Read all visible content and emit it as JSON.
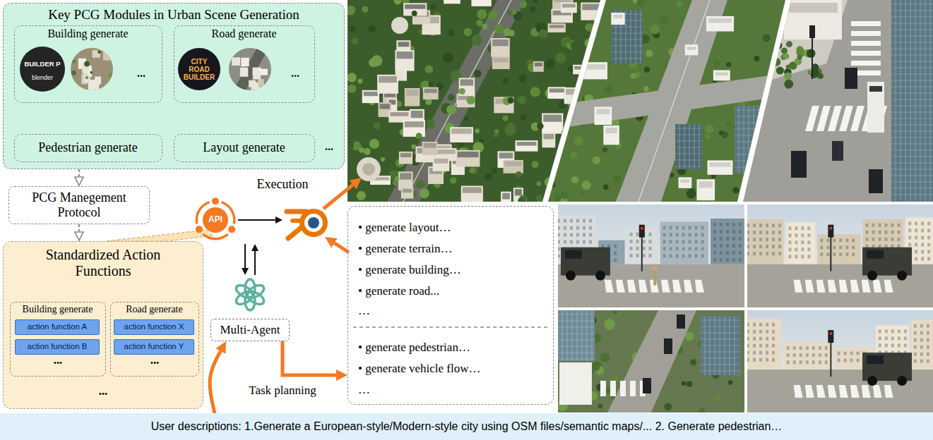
{
  "diagram": {
    "nodes": [
      {
        "text": [
          "Key PCG Modules in Urban Scene Generation"
        ]
      },
      {
        "text": [
          "Building generate"
        ],
        "in": 0
      },
      {
        "text": [
          "Road generate"
        ],
        "in": 0
      },
      {
        "text": [
          "Pedestrian generate"
        ],
        "in": 0
      },
      {
        "text": [
          "Layout generate"
        ],
        "in": 0
      },
      {
        "text": [
          "PCG Manegement Protocol"
        ]
      },
      {
        "text": [
          "Standardized Action Functions"
        ]
      },
      {
        "text": [
          "Building generate"
        ],
        "in": 6
      },
      {
        "text": [
          "action function A"
        ],
        "in": 7
      },
      {
        "text": [
          "action function B"
        ],
        "in": 7
      },
      {
        "text": [
          "Road generate"
        ],
        "in": 6
      },
      {
        "text": [
          "action function X"
        ],
        "in": 10
      },
      {
        "text": [
          "action function Y"
        ],
        "in": 10
      },
      {
        "text": [
          "API"
        ]
      },
      {
        "text": [
          "Multi-Agent"
        ]
      },
      {
        "text": [
          "• generate layout…",
          "• generate terrain…",
          "• generate building…",
          "• generate road...",
          "…",
          "• generate pedestrian…",
          "• generate vehicle flow…",
          "…"
        ]
      },
      {
        "text": [
          "User descriptions: 1.Generate a European-style/Modern-style city using OSM files/semantic maps/... 2. Generate pedestrian…"
        ]
      }
    ],
    "edges": [
      {
        "from": 0,
        "to": 5,
        "arrow": "to"
      },
      {
        "from": 5,
        "to": 6,
        "arrow": "to"
      },
      {
        "from": 14,
        "to": 15,
        "arrow": "to",
        "label": "Task planning"
      },
      {
        "from": 16,
        "to": 14,
        "arrow": "to"
      }
    ],
    "labels": [
      "BUILDER P",
      "blender",
      "...",
      "CITY ROAD BUILDER",
      "...",
      "...",
      "•••",
      "•••",
      "•••",
      "Execution"
    ]
  }
}
